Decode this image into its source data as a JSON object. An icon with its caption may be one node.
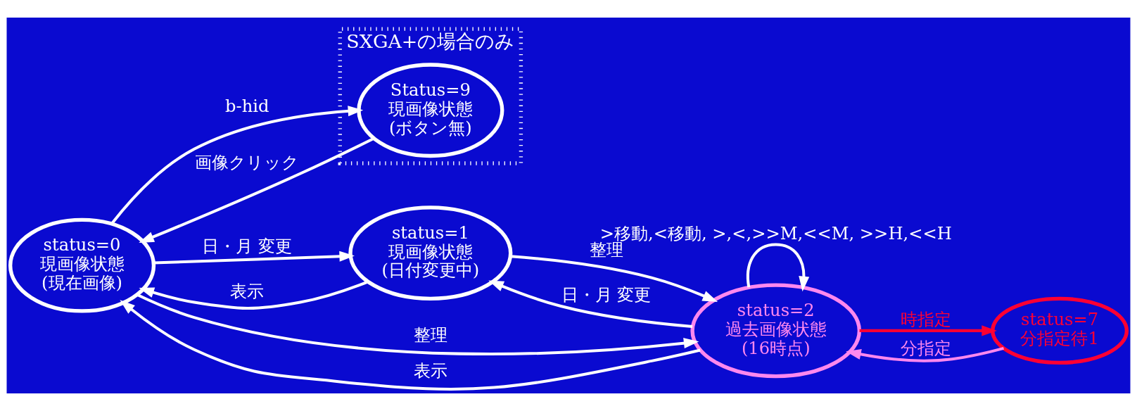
{
  "diagram": {
    "nodes": [
      {
        "text": [
          "status=0",
          "現画像状態",
          "(現在画像)"
        ]
      },
      {
        "text": [
          "SXGA+の場合のみ"
        ]
      },
      {
        "text": [
          "Status=9",
          "現画像状態",
          "(ボタン無)"
        ],
        "in": 1
      },
      {
        "text": [
          "status=7",
          "分指定待1"
        ]
      },
      {
        "text": [
          "status=1",
          "現画像状態",
          "(日付変更中)"
        ]
      },
      {
        "text": [
          "status=2",
          "過去画像状態",
          "(16時点)"
        ]
      }
    ],
    "edges": [
      {
        "from": 2,
        "to": 0,
        "arrow": "to",
        "label": "画像クリック"
      },
      {
        "from": 0,
        "to": 2,
        "arrow": "to",
        "label": "b-hid"
      },
      {
        "from": 4,
        "to": 0,
        "arrow": "to",
        "label": "表示"
      },
      {
        "from": 0,
        "to": 4,
        "arrow": "to",
        "label": "日・月 変更"
      },
      {
        "from": 0,
        "to": 5,
        "arrow": "to",
        "label": "整理"
      },
      {
        "from": 5,
        "to": 0,
        "arrow": "to",
        "label": "表示"
      },
      {
        "from": 4,
        "to": 5,
        "arrow": "to",
        "label": "整理"
      },
      {
        "from": 5,
        "to": 4,
        "arrow": "to",
        "label": "日・月 変更"
      },
      {
        "from": 5,
        "to": 3,
        "arrow": "to",
        "label": "時指定",
        "color": "#ff0033"
      },
      {
        "from": 3,
        "to": 5,
        "arrow": "to",
        "label": "分指定",
        "color": "#ff88ee"
      },
      {
        "from": 5,
        "to": 5,
        "arrow": "to",
        "label": ">移動,<移動, >,<,>>M,<<M, >>H,<<H"
      }
    ]
  }
}
